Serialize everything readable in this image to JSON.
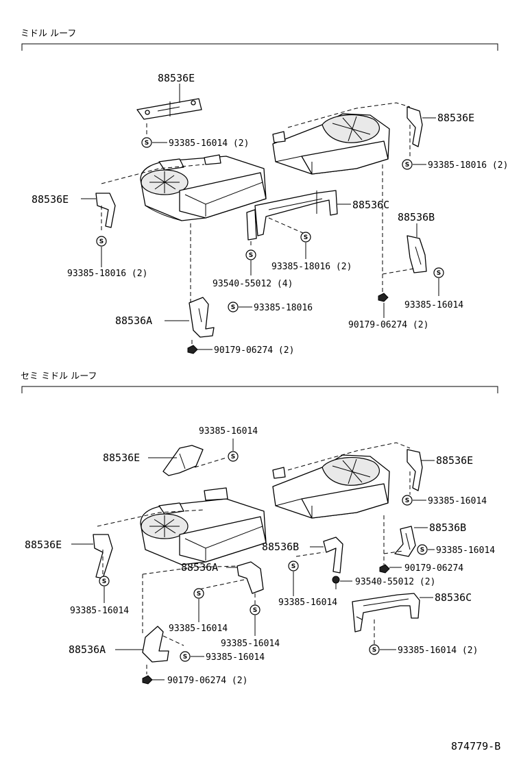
{
  "sections": [
    {
      "title": "ミドル ルーフ",
      "labels": [
        "88536E",
        "93385-16014 (2)",
        "88536E",
        "93385-18016 (2)",
        "88536E",
        "88536C",
        "88536B",
        "93385-18016 (2)",
        "93385-18016 (2)",
        "93540-55012 (4)",
        "93385-16014",
        "93385-18016",
        "88536A",
        "90179-06274 (2)",
        "90179-06274 (2)"
      ]
    },
    {
      "title": "セミ ミドル ルーフ",
      "labels": [
        "93385-16014",
        "88536E",
        "88536E",
        "93385-16014",
        "88536E",
        "88536B",
        "93385-16014",
        "88536B",
        "90179-06274",
        "88536A",
        "93540-55012 (2)",
        "93385-16014",
        "88536C",
        "93385-16014",
        "93385-16014",
        "93385-16014",
        "93385-16014 (2)",
        "88536A",
        "93385-16014",
        "90179-06274 (2)"
      ]
    }
  ],
  "fastener_symbol": "S",
  "diagram_id": "874779-B"
}
